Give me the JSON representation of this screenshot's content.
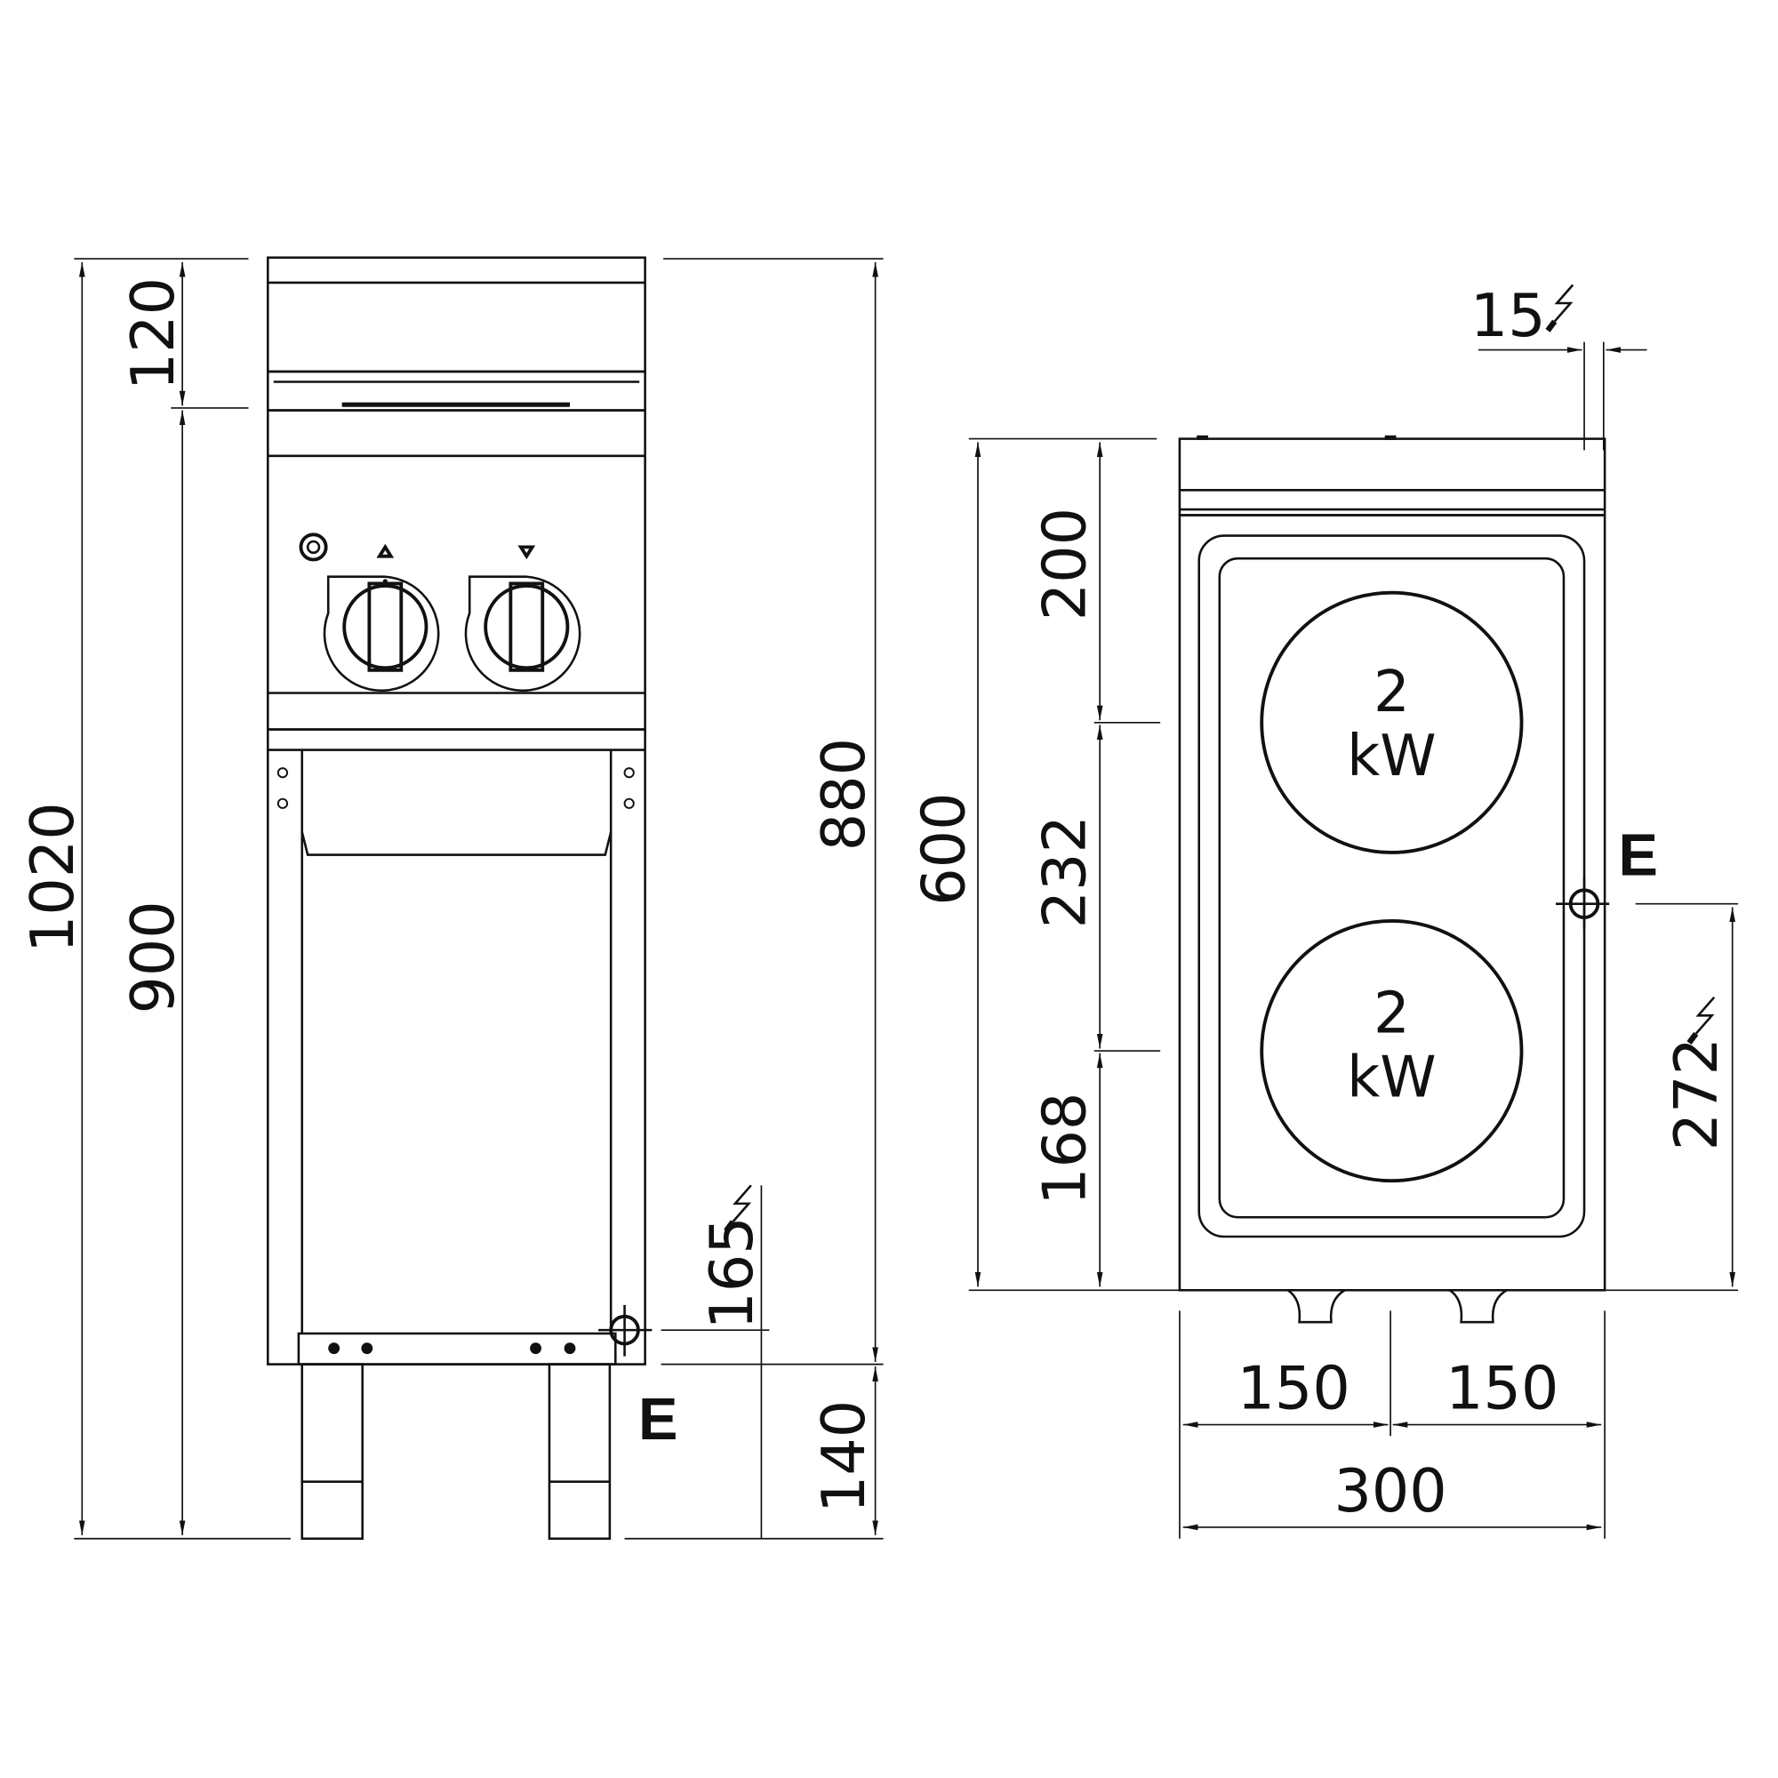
{
  "title": "Electric boiling top 2 plates on open cabinet - dimensional drawing",
  "front_view": {
    "dims": {
      "total_height": "1020",
      "backsplash": "120",
      "work_height": "900",
      "cabinet_height": "880",
      "leg_height": "140",
      "power_inlet_height": "165"
    },
    "earth_label": "E"
  },
  "top_view": {
    "dims": {
      "depth": "600",
      "front_to_plate": "200",
      "plate_spacing": "232",
      "plate_to_back": "168",
      "power_inlet_from_back": "272",
      "side_offset": "15",
      "half_width_left": "150",
      "half_width_right": "150",
      "total_width": "300"
    },
    "plates": [
      {
        "power": "2",
        "unit": "kW"
      },
      {
        "power": "2",
        "unit": "kW"
      }
    ],
    "earth_label": "E"
  },
  "colors": {
    "line": "#111111",
    "background": "#ffffff"
  }
}
